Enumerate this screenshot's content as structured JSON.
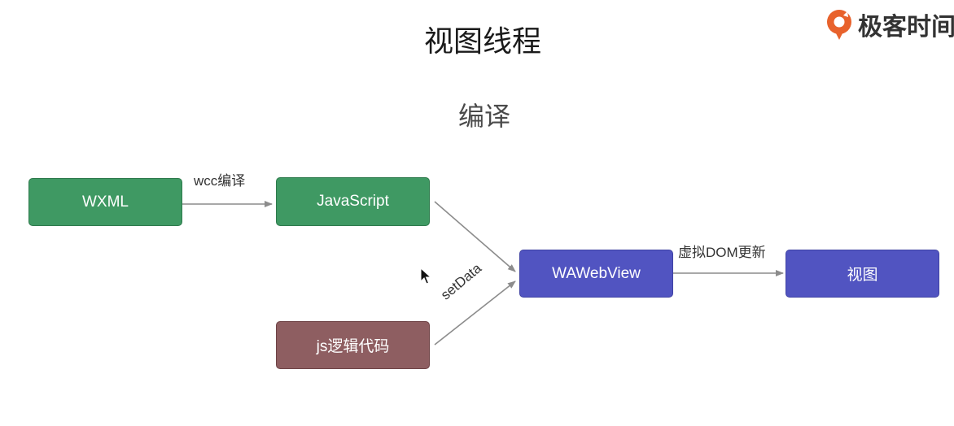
{
  "slide": {
    "title": "视图线程",
    "subtitle": "编译"
  },
  "logo": {
    "text": "极客时间",
    "icon": "geektime-logo-icon",
    "color": "#e8622c"
  },
  "nodes": {
    "wxml": "WXML",
    "javascript": "JavaScript",
    "js_logic": "js逻辑代码",
    "wawebview": "WAWebView",
    "view": "视图"
  },
  "edges": {
    "wcc_compile": "wcc编译",
    "set_data": "setData",
    "virtual_dom_update": "虚拟DOM更新"
  },
  "colors": {
    "green": "#3f9963",
    "blue": "#5154c1",
    "rose": "#8e5e61",
    "arrow": "#8c8c8c"
  }
}
